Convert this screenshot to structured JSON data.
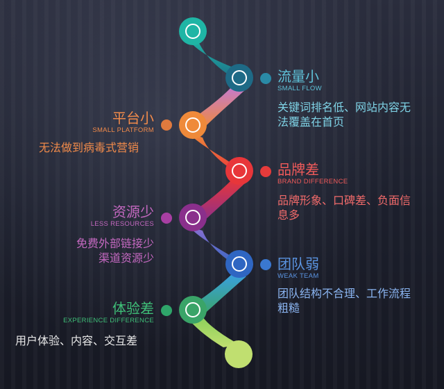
{
  "items": [
    {
      "title": "流量小",
      "subtitle": "SMALL FLOW",
      "desc": "关键词排名低、网站内容无法覆盖在首页",
      "color": "#2a8aa6",
      "desc_color": "#7fd3e6"
    },
    {
      "title": "平台小",
      "subtitle": "SMALL PLATFORM",
      "desc": "无法做到病毒式营销",
      "color": "#e07a3e",
      "desc_color": "#f08a4a"
    },
    {
      "title": "品牌差",
      "subtitle": "BRAND DIFFERENCE",
      "desc": "品牌形象、口碑差、负面信息多",
      "color": "#e63b3b",
      "desc_color": "#f06a6a"
    },
    {
      "title": "资源少",
      "subtitle": "LESS RESOURCES",
      "desc": "免费外部链接少渠道资源少",
      "color": "#a83fa3",
      "desc_color": "#c468c0"
    },
    {
      "title": "团队弱",
      "subtitle": "WEAK TEAM",
      "desc": "团队结构不合理、工作流程粗糙",
      "color": "#3a78d0",
      "desc_color": "#8ab4f0"
    },
    {
      "title": "体验差",
      "subtitle": "EXPERIENCE DIFFERENCE",
      "desc": "用户体验、内容、交互差",
      "color": "#2fa56a",
      "desc_color": "#e8e8e8"
    }
  ],
  "desc_lines": {
    "flow": [
      "关键词排名低、网站内容无",
      "法覆盖在首页"
    ],
    "resources": [
      "免费外部链接少",
      "渠道资源少"
    ],
    "brand": [
      "品牌形象、口碑差、负面信",
      "息多"
    ],
    "team": [
      "团队结构不合理、工作流程",
      "粗糙"
    ]
  },
  "colors": {
    "top": "#1fb5a5",
    "flow": "#1e6a86",
    "platform": "#ef8a3a",
    "brand": "#e8363a",
    "resources": "#8a2f8c",
    "team": "#2f66c2",
    "experience": "#3aa468",
    "tail": "#b8dc6a"
  }
}
